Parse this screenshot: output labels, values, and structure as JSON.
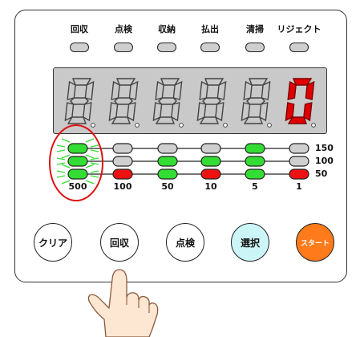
{
  "status_indicators": [
    {
      "label": "回収",
      "lit": false
    },
    {
      "label": "点検",
      "lit": false
    },
    {
      "label": "収納",
      "lit": false
    },
    {
      "label": "払出",
      "lit": false
    },
    {
      "label": "清掃",
      "lit": false
    },
    {
      "label": "リジェクト",
      "lit": false
    }
  ],
  "display": {
    "digits": [
      "8",
      "8",
      "8",
      "8",
      "8",
      "0"
    ],
    "active_digit_index": 5,
    "active_color": "#e00000",
    "inactive_color": "#9a9a9a"
  },
  "denominations": [
    "500",
    "100",
    "50",
    "10",
    "5",
    "1"
  ],
  "levels": [
    "150",
    "100",
    "50"
  ],
  "level_states": [
    [
      "green",
      "gray",
      "gray",
      "gray",
      "green",
      "gray"
    ],
    [
      "green",
      "gray",
      "green",
      "green",
      "green",
      "gray"
    ],
    [
      "green",
      "red",
      "green",
      "red",
      "green",
      "red"
    ]
  ],
  "blinking_column_index": 0,
  "buttons": {
    "clear": "クリア",
    "collect": "回収",
    "inspect": "点検",
    "select": "選択",
    "start": "スタート"
  },
  "colors": {
    "lamp_off": "#cfcfcf",
    "led_green": "#33dd33",
    "led_red": "#ee1111",
    "led_gray": "#cfcfcf",
    "highlight_circle": "#dd1111",
    "select_button": "#ccf5f7",
    "start_button": "#ff7a1a"
  }
}
